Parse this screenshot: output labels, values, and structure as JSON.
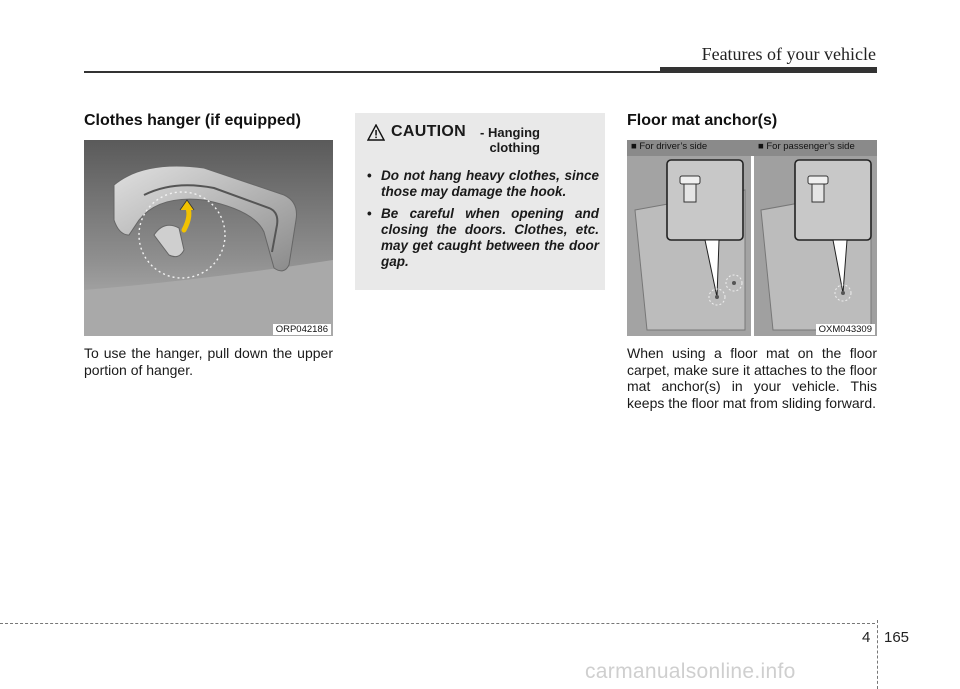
{
  "header": {
    "title": "Features of your vehicle"
  },
  "left": {
    "heading": "Clothes hanger (if equipped)",
    "figure_code": "ORP042186",
    "paragraph": "To use the hanger, pull down the upper portion of hanger."
  },
  "caution": {
    "word": "CAUTION",
    "subtitle": "- Hanging clothing",
    "items": [
      "Do not hang heavy clothes, since those may damage the hook.",
      "Be careful when opening and closing the doors. Clothes, etc. may get caught between the door gap."
    ]
  },
  "right": {
    "heading": "Floor mat anchor(s)",
    "label_driver": "■ For driver’s side",
    "label_passenger": "■ For passenger’s side",
    "figure_code": "OXM043309",
    "paragraph": "When using a floor mat on the floor carpet, make sure it attaches to the floor mat anchor(s) in your vehicle. This keeps the floor mat from sliding forward."
  },
  "footer": {
    "chapter": "4",
    "page": "165",
    "watermark": "carmanualsonline.info"
  }
}
